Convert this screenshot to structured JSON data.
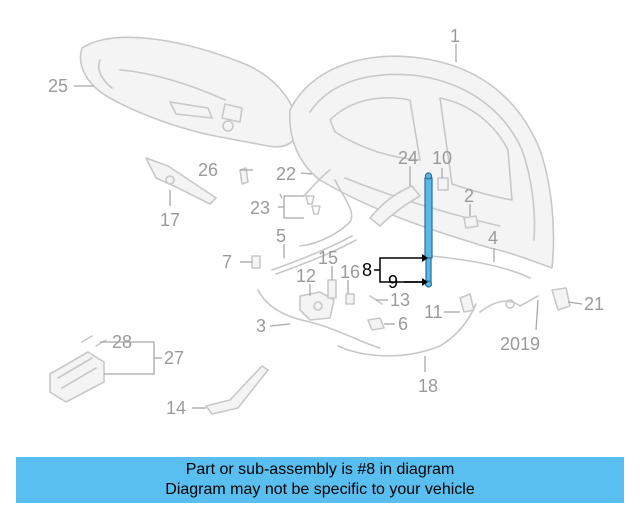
{
  "diagram": {
    "callouts": {
      "c1": "1",
      "c2": "2",
      "c3": "3",
      "c4": "4",
      "c5": "5",
      "c6": "6",
      "c7": "7",
      "c8": "8",
      "c9": "9",
      "c10": "10",
      "c11": "11",
      "c12": "12",
      "c13": "13",
      "c14": "14",
      "c15": "15",
      "c16": "16",
      "c17": "17",
      "c18": "18",
      "c2019": "2019",
      "c21": "21",
      "c22": "22",
      "c23": "23",
      "c24": "24",
      "c25": "25",
      "c26": "26",
      "c27": "27",
      "c28": "28"
    },
    "highlight_color": "#5bb8e8",
    "highlighted_part": "8"
  },
  "banner": {
    "line1": "Part or sub-assembly is #8 in diagram",
    "line2": "Diagram may not be specific to your vehicle",
    "background": "#58bff0"
  }
}
